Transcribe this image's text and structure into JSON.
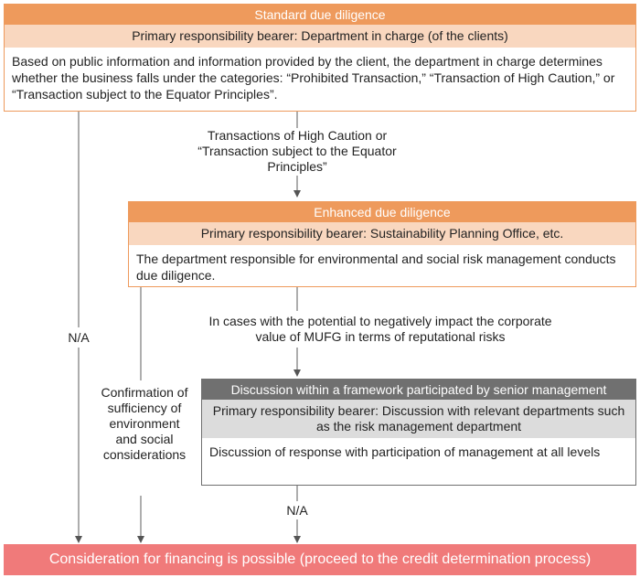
{
  "standard": {
    "title": "Standard due diligence",
    "bearer": "Primary responsibility bearer: Department in charge (of the clients)",
    "body": "Based on public information and information provided by the client, the department in charge determines whether the business falls under the categories: “Prohibited Transaction,” “Transaction of High Caution,” or “Transaction subject to the Equator Principles”."
  },
  "enhanced": {
    "title": "Enhanced due diligence",
    "bearer": "Primary responsibility bearer: Sustainability Planning Office, etc.",
    "body": "The department responsible for environmental and social risk management conducts due diligence."
  },
  "senior": {
    "title": "Discussion within a framework participated by senior management",
    "bearer": "Primary responsibility bearer: Discussion with relevant departments such as the risk management department",
    "body": "Discussion of response with participation of management at all levels"
  },
  "labels": {
    "high_caution": "Transactions of High Caution or “Transaction subject to the Equator Principles”",
    "negative_impact": "In cases with the potential to negatively impact the corporate value of MUFG in terms of reputational risks",
    "na_left": "N/A",
    "na_bottom": "N/A",
    "confirmation": "Confirmation of sufficiency of environment and social considerations"
  },
  "footer": {
    "text": "Consideration for financing is possible (proceed to the credit determination process)"
  },
  "colors": {
    "orange": "#ee9a5c",
    "light_orange": "#f9d7bf",
    "gray": "#707070",
    "light_gray": "#dcdcdc",
    "footer_red": "#f07a7a"
  }
}
